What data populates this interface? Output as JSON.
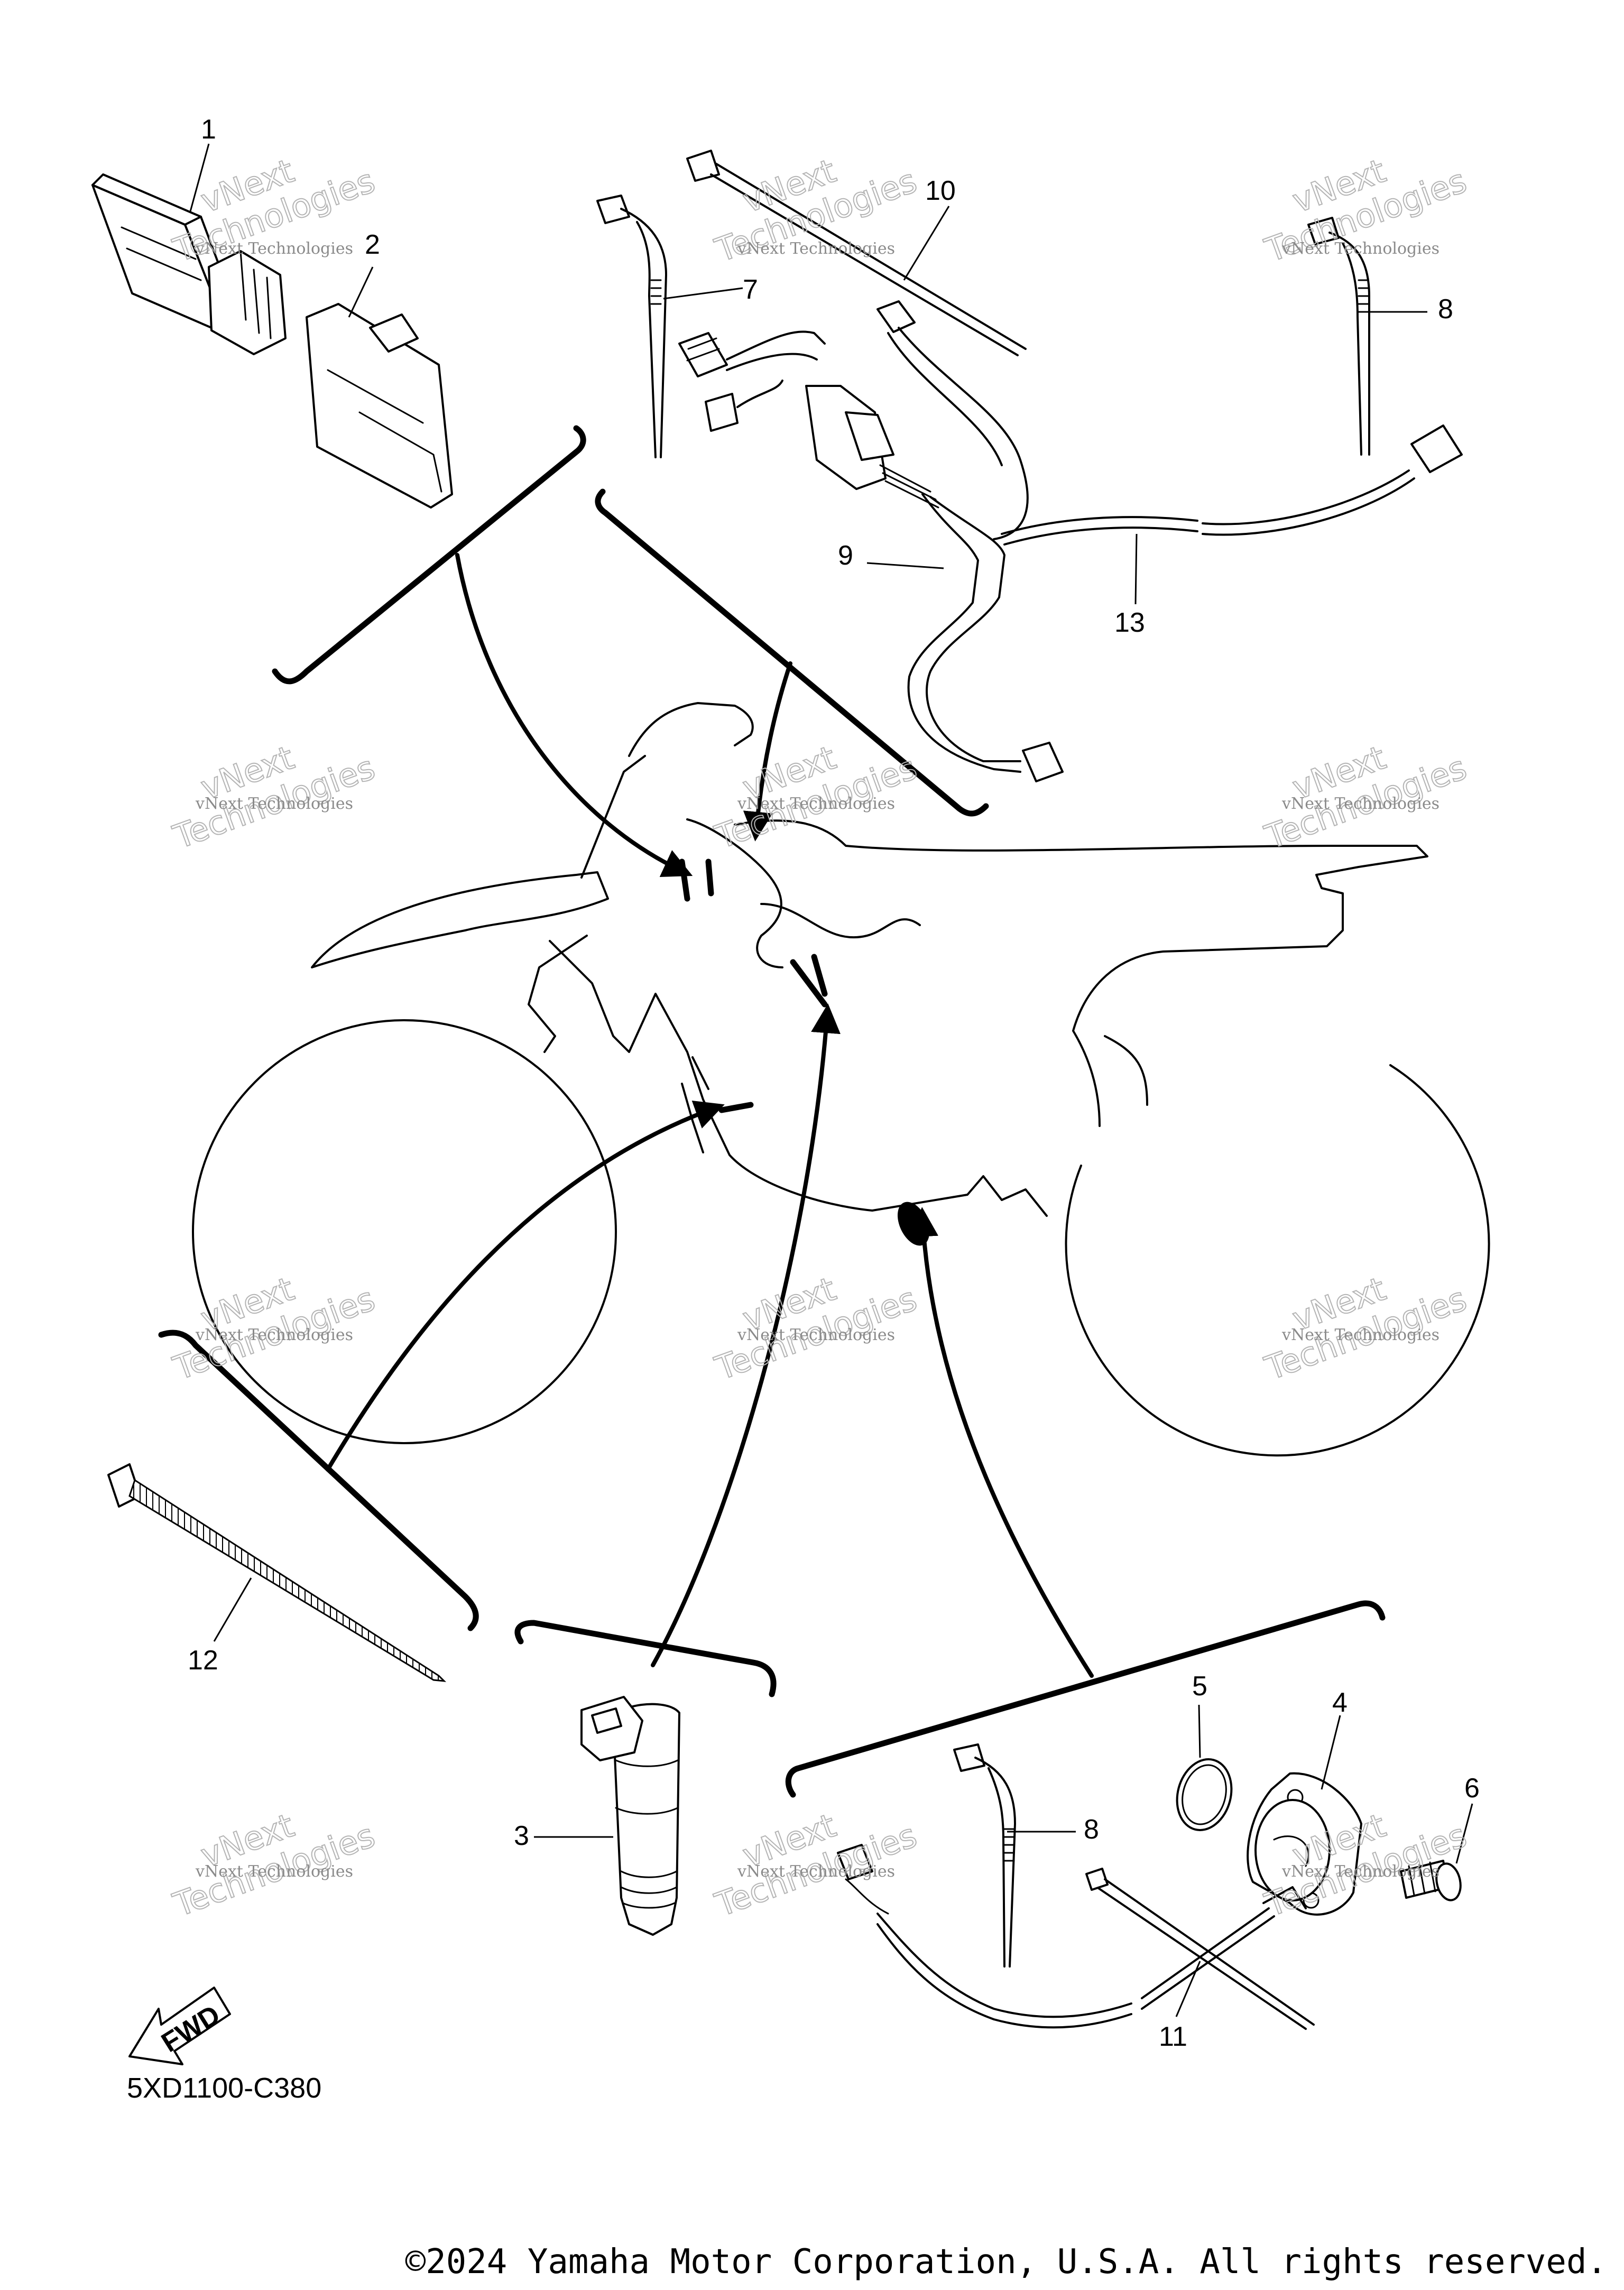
{
  "diagram_code": "5XD1100-C380",
  "copyright": "©2024 Yamaha Motor Corporation, U.S.A. All rights reserved.",
  "direction_label": "FWD",
  "watermark": {
    "small": "vNext Technologies",
    "big_top": "vNext",
    "big_bottom": "Technologies"
  },
  "callouts": [
    "1",
    "2",
    "3",
    "4",
    "5",
    "6",
    "7",
    "8",
    "8",
    "9",
    "10",
    "11",
    "12",
    "13"
  ]
}
